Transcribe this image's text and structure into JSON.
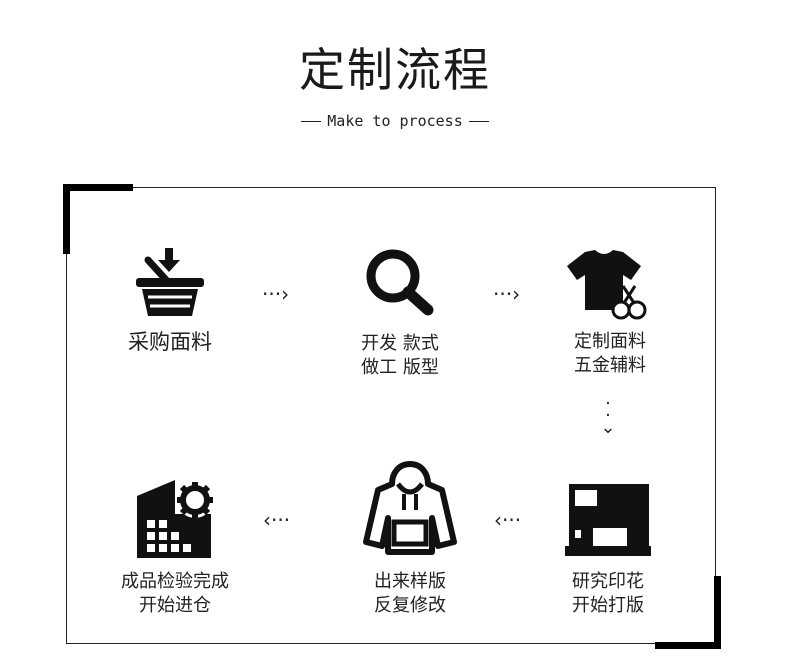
{
  "header": {
    "title": "定制流程",
    "subtitle": "Make to process"
  },
  "steps": [
    {
      "icon": "shopping-basket-icon",
      "lines": [
        "采购面料"
      ]
    },
    {
      "icon": "magnifier-icon",
      "lines": [
        "开发 款式",
        "做工 版型"
      ]
    },
    {
      "icon": "tshirt-scissors-icon",
      "lines": [
        "定制面料",
        "五金辅料"
      ]
    },
    {
      "icon": "sewing-machine-icon",
      "lines": [
        "研究印花",
        "开始打版"
      ]
    },
    {
      "icon": "hoodie-icon",
      "lines": [
        "出来样版",
        "反复修改"
      ]
    },
    {
      "icon": "factory-gear-icon",
      "lines": [
        "成品检验完成",
        "开始进仓"
      ]
    }
  ]
}
